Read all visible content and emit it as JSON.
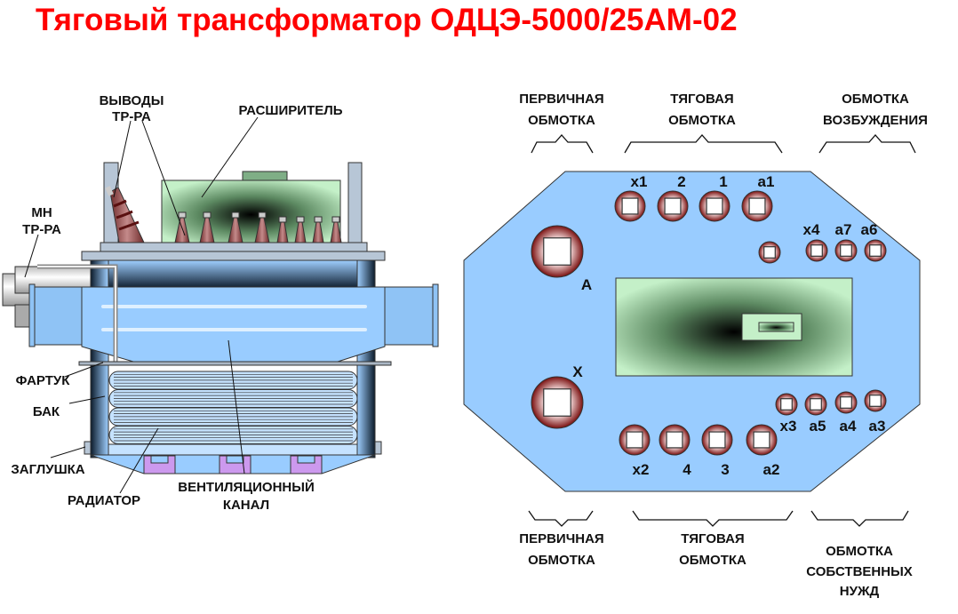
{
  "title": "Тяговый трансформатор ОДЦЭ-5000/25АМ-02",
  "left_diagram": {
    "labels": {
      "vyvody_1": "ВЫВОДЫ",
      "vyvody_2": "ТР-РА",
      "expander": "РАСШИРИТЕЛЬ",
      "mn_1": "МН",
      "mn_2": "ТР-РА",
      "apron": "ФАРТУК",
      "tank": "БАК",
      "plug": "ЗАГЛУШКА",
      "radiator": "РАДИАТОР",
      "vent_1": "ВЕНТИЛЯЦИОННЫЙ",
      "vent_2": "КАНАЛ"
    }
  },
  "right_diagram": {
    "top_headings": {
      "primary_1": "ПЕРВИЧНАЯ",
      "primary_2": "ОБМОТКА",
      "traction_1": "ТЯГОВАЯ",
      "traction_2": "ОБМОТКА",
      "excitation_1": "ОБМОТКА",
      "excitation_2": "ВОЗБУЖДЕНИЯ"
    },
    "bottom_headings": {
      "primary_1": "ПЕРВИЧНАЯ",
      "primary_2": "ОБМОТКА",
      "traction_1": "ТЯГОВАЯ",
      "traction_2": "ОБМОТКА",
      "aux_1": "ОБМОТКА",
      "aux_2": "СОБСТВЕННЫХ",
      "aux_3": "НУЖД"
    },
    "terminals": {
      "A": "A",
      "X": "X",
      "top": [
        "x1",
        "2",
        "1",
        "a1"
      ],
      "excitation": [
        "x4",
        "a7",
        "a6"
      ],
      "bottom": [
        "x2",
        "4",
        "3",
        "a2"
      ],
      "aux": [
        "x3",
        "a5",
        "a4",
        "a3"
      ]
    },
    "colors": {
      "plate": "#99ccff",
      "terminal": "#8b1a1a",
      "expander": "#c4f0c8"
    }
  }
}
